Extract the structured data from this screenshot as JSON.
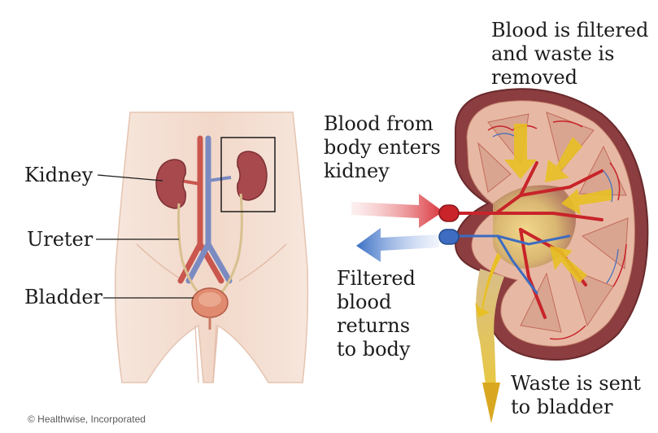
{
  "labels": {
    "kidney": "Kidney",
    "ureter": "Ureter",
    "bladder": "Bladder",
    "blood_filtered": "Blood is filtered\nand waste is\nremoved",
    "blood_enters": "Blood from\nbody enters\nkidney",
    "filtered_returns": "Filtered\nblood\nreturns\nto body",
    "waste_sent": "Waste is sent\nto bladder"
  },
  "copyright": "© Healthwise, Incorporated",
  "colors": {
    "skin": "#f1d6c6",
    "kidney": "#a8484c",
    "artery": "#c8242a",
    "vein": "#3d6cc0",
    "cortex": "#8b3d3f",
    "waste_arrow": "#e0b820",
    "text": "#1c1c1c"
  }
}
